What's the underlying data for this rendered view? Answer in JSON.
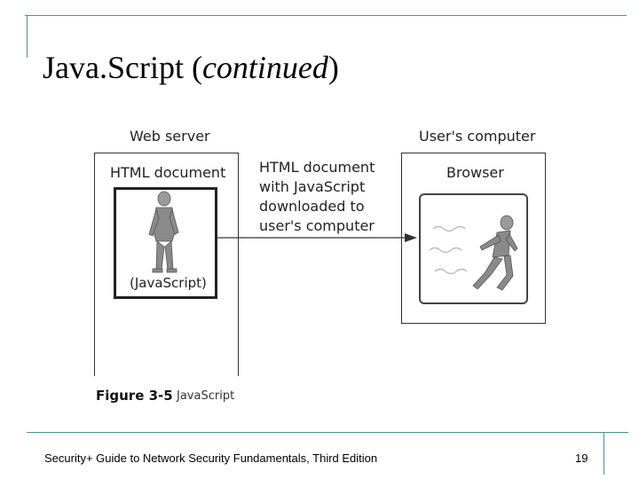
{
  "slide": {
    "title_main": "Java.Script (",
    "title_italic": "continued",
    "title_close": ")",
    "footer_text": "Security+ Guide to Network Security Fundamentals, Third Edition",
    "page_number": "19"
  },
  "diagram": {
    "web_server_label": "Web server",
    "users_computer_label": "User's computer",
    "html_document_label": "HTML document",
    "browser_label": "Browser",
    "arrow_label_lines": [
      "HTML document",
      "with JavaScript",
      "downloaded to",
      "user's computer"
    ],
    "javascript_label": "(JavaScript)",
    "figure_number": "Figure 3-5",
    "figure_caption": "JavaScript"
  },
  "colors": {
    "accent": "#4e8f8f",
    "box_border": "#333333",
    "box_fill": "#ffffff",
    "figure_gray": "#8a8a8a"
  }
}
